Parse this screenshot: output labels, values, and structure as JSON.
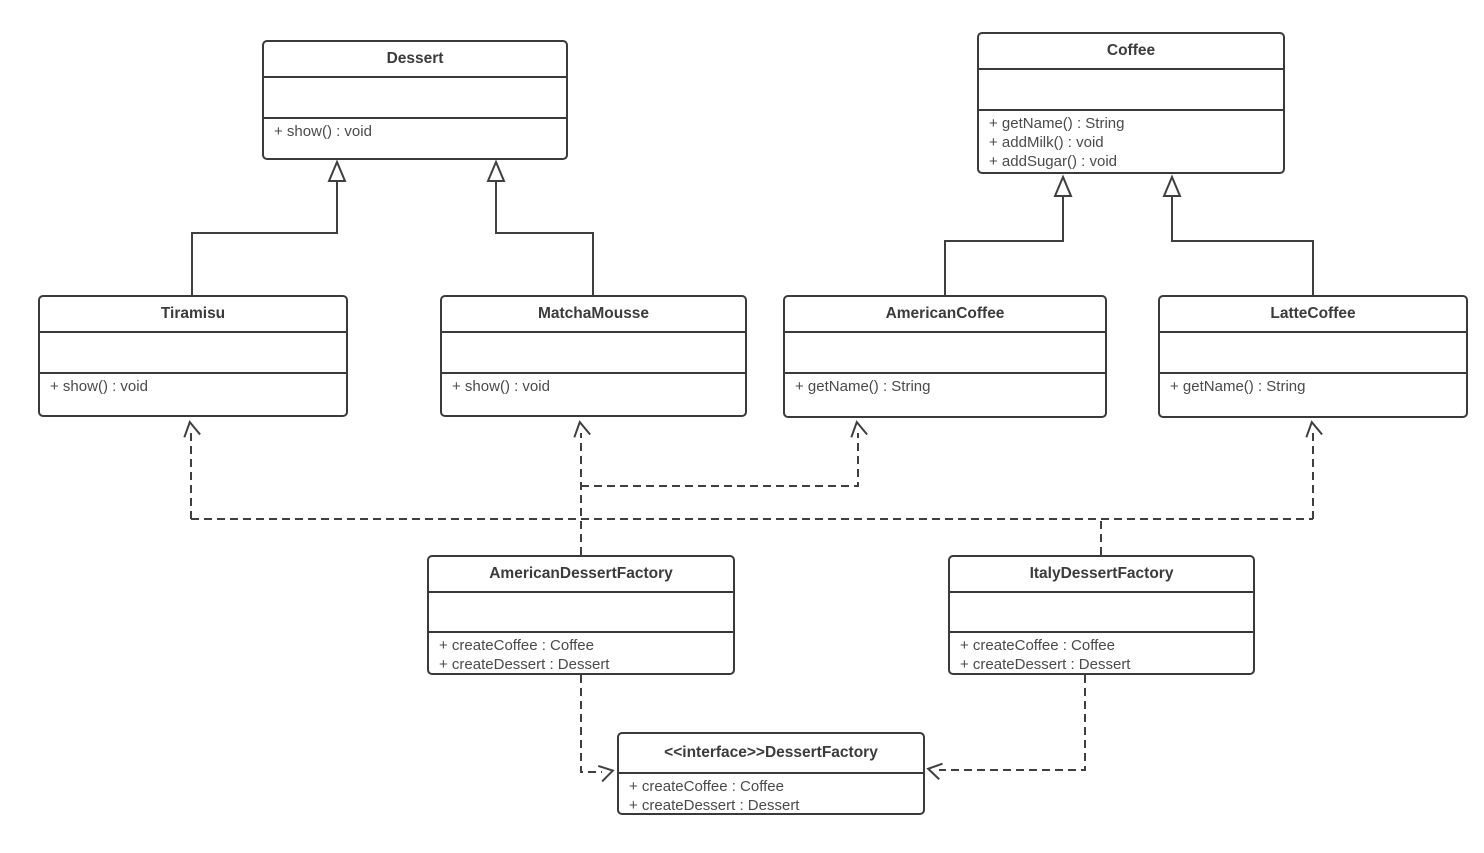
{
  "diagram": {
    "type": "uml-class-diagram",
    "pattern": "Abstract Factory",
    "classes": [
      {
        "id": "dessert",
        "name": "Dessert",
        "attributes": [],
        "methods": [
          "+ show() : void"
        ]
      },
      {
        "id": "coffee",
        "name": "Coffee",
        "attributes": [],
        "methods": [
          "+ getName() : String",
          "+ addMilk() : void",
          "+ addSugar() : void"
        ]
      },
      {
        "id": "tiramisu",
        "name": "Tiramisu",
        "attributes": [],
        "methods": [
          "+ show() : void"
        ]
      },
      {
        "id": "matcha-mousse",
        "name": "MatchaMousse",
        "attributes": [],
        "methods": [
          "+ show() : void"
        ]
      },
      {
        "id": "american-coffee",
        "name": "AmericanCoffee",
        "attributes": [],
        "methods": [
          "+ getName() : String"
        ]
      },
      {
        "id": "latte-coffee",
        "name": "LatteCoffee",
        "attributes": [],
        "methods": [
          "+ getName() : String"
        ]
      },
      {
        "id": "american-dessert-factory",
        "name": "AmericanDessertFactory",
        "attributes": [],
        "methods": [
          "+ createCoffee : Coffee",
          "+ createDessert : Dessert"
        ]
      },
      {
        "id": "italy-dessert-factory",
        "name": "ItalyDessertFactory",
        "attributes": [],
        "methods": [
          "+ createCoffee : Coffee",
          "+ createDessert : Dessert"
        ]
      },
      {
        "id": "dessert-factory",
        "name": "<<interface>>DessertFactory",
        "attributes": [],
        "methods": [
          "+ createCoffee : Coffee",
          "+ createDessert : Dessert"
        ]
      }
    ],
    "relationships": [
      {
        "from": "Tiramisu",
        "to": "Dessert",
        "type": "generalization"
      },
      {
        "from": "MatchaMousse",
        "to": "Dessert",
        "type": "generalization"
      },
      {
        "from": "AmericanCoffee",
        "to": "Coffee",
        "type": "generalization"
      },
      {
        "from": "LatteCoffee",
        "to": "Coffee",
        "type": "generalization"
      },
      {
        "from": "AmericanDessertFactory",
        "to": "MatchaMousse",
        "type": "dependency-dashed"
      },
      {
        "from": "AmericanDessertFactory",
        "to": "AmericanCoffee",
        "type": "dependency-dashed"
      },
      {
        "from": "ItalyDessertFactory",
        "to": "Tiramisu",
        "type": "dependency-dashed"
      },
      {
        "from": "ItalyDessertFactory",
        "to": "LatteCoffee",
        "type": "dependency-dashed"
      },
      {
        "from": "AmericanDessertFactory",
        "to": "DessertFactory",
        "type": "realization-dashed"
      },
      {
        "from": "ItalyDessertFactory",
        "to": "DessertFactory",
        "type": "realization-dashed"
      }
    ],
    "colors": {
      "line": "#3f3f3f",
      "box_border": "#3a3a3a",
      "box_background": "#ffffff",
      "title_text": "#3b3b3b",
      "member_text": "#4a4a4a",
      "page_background": "#ffffff"
    }
  }
}
